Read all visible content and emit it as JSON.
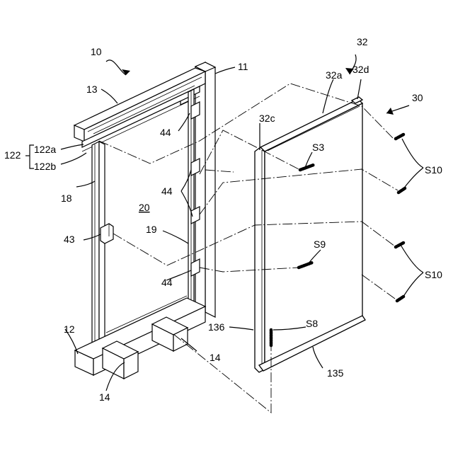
{
  "figure": {
    "labels": {
      "frame_assembly": "10",
      "frame_post": "11",
      "top_rail": "13",
      "rail_group": "122",
      "rail_upper": "122a",
      "rail_lower": "122b",
      "side_post": "18",
      "opening": "20",
      "inner_post": "19",
      "bracket_left": "43",
      "bracket_44_top": "44",
      "bracket_44_mid": "44",
      "bracket_44_low": "44",
      "bottom_rail": "12",
      "foot_left": "14",
      "foot_right": "14",
      "panel_assembly": "30",
      "panel": "32",
      "panel_top_edge": "32a",
      "panel_corner": "32d",
      "panel_side_edge": "32c",
      "screw_s3": "S3",
      "screw_s9": "S9",
      "screw_s8": "S8",
      "screws_s10_upper": "S10",
      "screws_s10_lower": "S10",
      "panel_side_profile": "136",
      "panel_bottom_profile": "135"
    }
  }
}
